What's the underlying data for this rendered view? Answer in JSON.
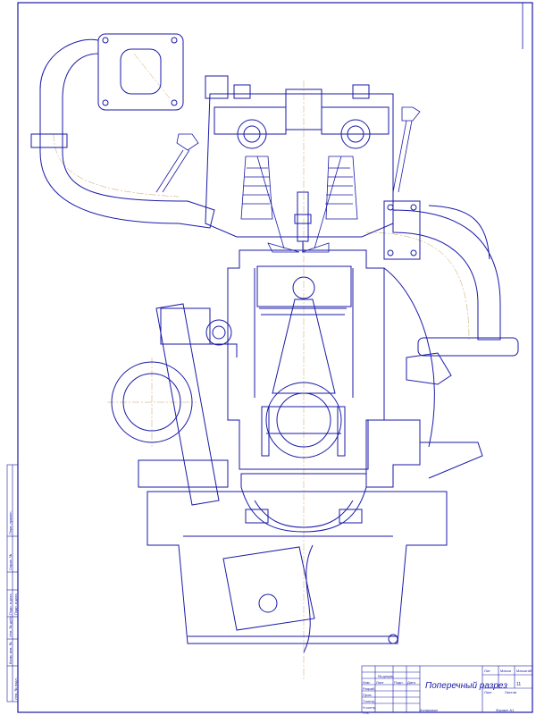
{
  "title_block": {
    "title": "Поперечный разрез",
    "sheet_number": "11",
    "footer_left": "Копировал",
    "footer_right": "Формат  А1",
    "col_headers": [
      "Лит.",
      "Масса",
      "Масштаб"
    ],
    "row_labels": [
      "Изм.",
      "Лист",
      "№ докум.",
      "Подп.",
      "Дата"
    ],
    "role_labels": [
      "Разраб.",
      "Пров.",
      "Т.контр.",
      "Н.контр.",
      "Утв."
    ],
    "sheet_labels": [
      "Лист",
      "Листов"
    ]
  },
  "side_stamp": {
    "top_label": "Перв. примен.",
    "mid_label": "Справ. №",
    "bottom_labels": [
      "Подп. и дата",
      "Инв. № дубл.",
      "Взам. инв. №",
      "Подп. и дата",
      "Инв. № подл."
    ]
  },
  "colors": {
    "line": "#1a1aa8",
    "axis": "#c8a060",
    "background": "#ffffff"
  }
}
